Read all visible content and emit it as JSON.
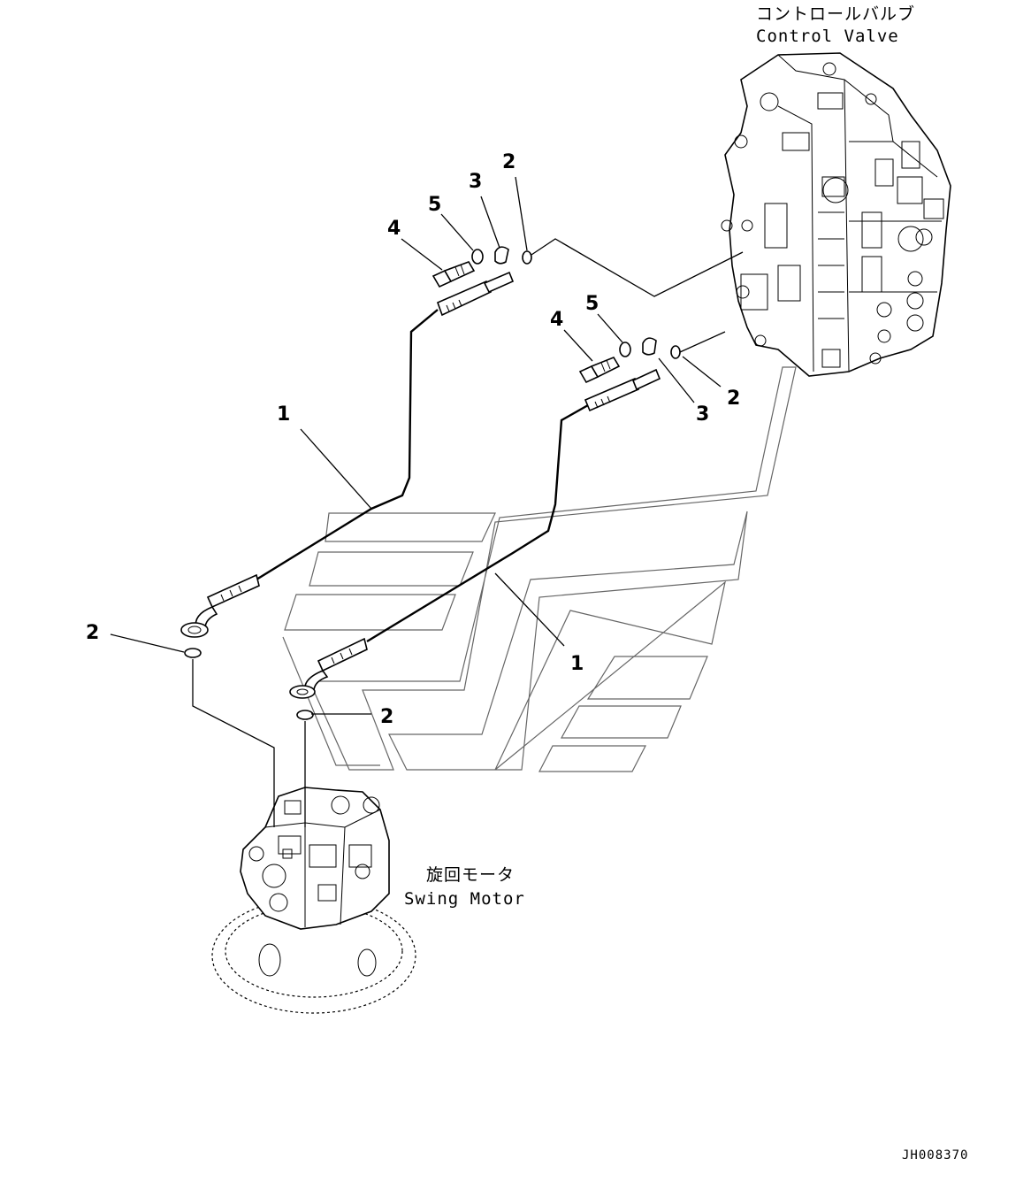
{
  "labels": {
    "control_valve_jp": "コントロールバルブ",
    "control_valve_en": "Control Valve",
    "swing_motor_jp": "旋回モータ",
    "swing_motor_en": "Swing Motor",
    "drawing_code": "JH008370"
  },
  "callouts": {
    "hose_upper": "1",
    "hose_lower": "1",
    "oring_top": "2",
    "oring_right": "2",
    "oring_left": "2",
    "oring_bottom": "2",
    "clamp_top": "3",
    "clamp_right": "3",
    "bolt_top": "4",
    "bolt_right": "4",
    "washer_top": "5",
    "washer_right": "5"
  }
}
